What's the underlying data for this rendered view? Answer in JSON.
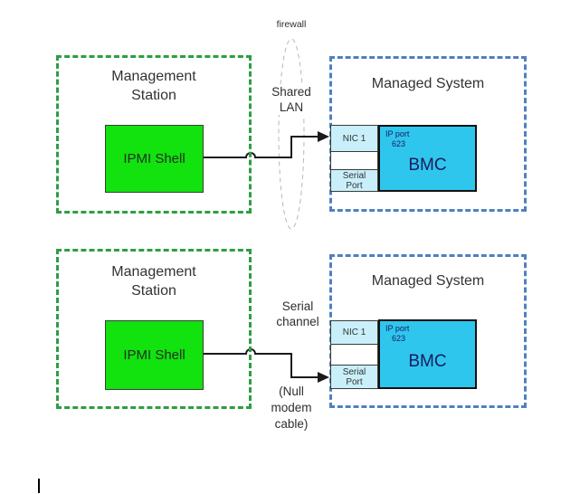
{
  "colors": {
    "station_border": "#2e9e41",
    "system_border": "#4f81bd",
    "shell_fill": "#12e20e",
    "bmc_fill": "#2fc6ee",
    "port_fill": "#c9f0fa",
    "connector": "#1a1a1a",
    "firewall_stroke": "#b8b8b8"
  },
  "top": {
    "firewall_label": "firewall",
    "channel_label": "Shared\nLAN",
    "station": {
      "title": "Management\nStation",
      "shell_label": "IPMI Shell"
    },
    "system": {
      "title": "Managed System",
      "nic_label": "NIC 1",
      "serial_port_label": "Serial\nPort",
      "ip_port_label": "IP port",
      "port_number": "623",
      "bmc_label": "BMC"
    }
  },
  "bottom": {
    "channel_label": "Serial\nchannel",
    "cable_label": "(Null\nmodem\ncable)",
    "station": {
      "title": "Management\nStation",
      "shell_label": "IPMI Shell"
    },
    "system": {
      "title": "Managed System",
      "nic_label": "NIC 1",
      "serial_port_label": "Serial\nPort",
      "ip_port_label": "IP port",
      "port_number": "623",
      "bmc_label": "BMC"
    }
  }
}
